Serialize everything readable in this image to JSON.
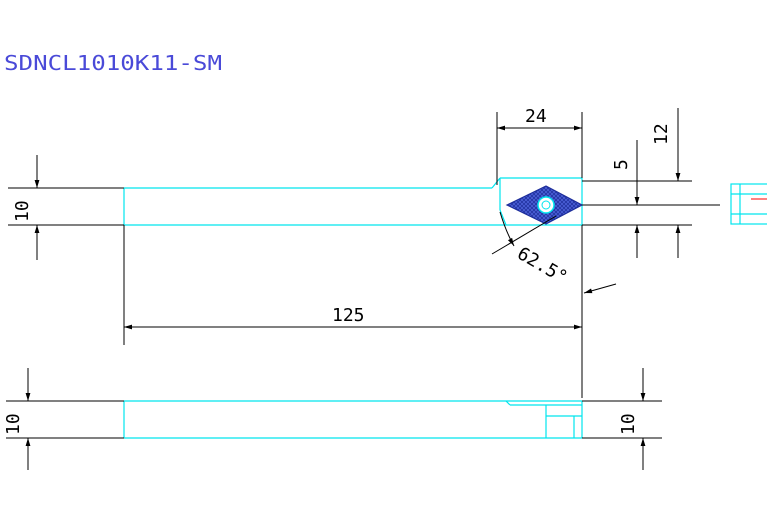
{
  "title": "SDNCL1010K11-SM",
  "colors": {
    "background": "#ffffff",
    "title": "#4a4ad8",
    "outline": "#00e5ee",
    "dimension": "#000000",
    "insert_fill": "#4a5fd6",
    "insert_hole": "#00e5ee",
    "accent": "#ff0000"
  },
  "dimensions": {
    "insert_offset": "24",
    "tip_height": "12",
    "tip_center": "5",
    "shank_height_top": "10",
    "approach_angle": "62.5°",
    "length": "125",
    "shank_height_bottom_left": "10",
    "shank_height_bottom_right": "10"
  }
}
